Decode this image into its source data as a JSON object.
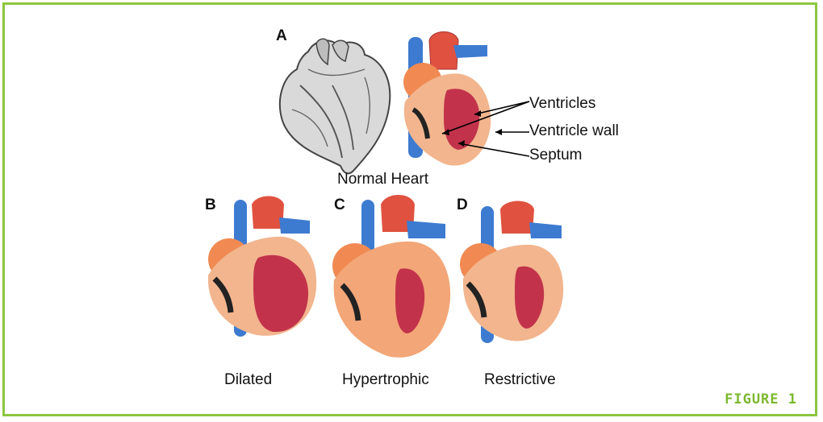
{
  "panels": [
    {
      "letter": "A",
      "caption": "Normal Heart"
    },
    {
      "letter": "B",
      "caption": "Dilated"
    },
    {
      "letter": "C",
      "caption": "Hypertrophic"
    },
    {
      "letter": "D",
      "caption": "Restrictive"
    }
  ],
  "callouts": {
    "ventricles": "Ventricles",
    "ventricle_wall": "Ventricle wall",
    "septum": "Septum"
  },
  "figure_label": "FIGURE 1",
  "colors": {
    "frame": "#8cc63f",
    "figure_label": "#7cb82f",
    "vessel_blue": "#3d7bd1",
    "aorta_red": "#e0523f",
    "atrium_orange": "#f08a52",
    "wall_peach": "#f2b58e",
    "ventricle_red": "#c2334b"
  }
}
